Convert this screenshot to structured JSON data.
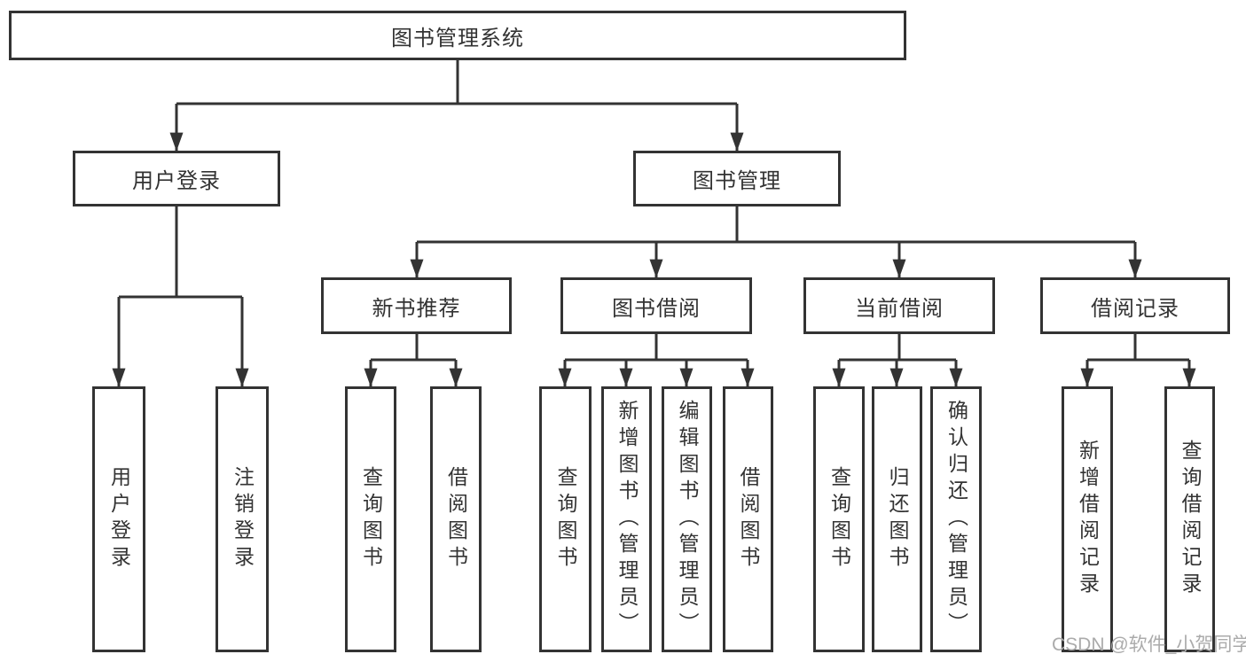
{
  "tree": {
    "root": "图书管理系统",
    "branches": [
      {
        "label": "用户登录",
        "children": [
          {
            "label": "用户登录"
          },
          {
            "label": "注销登录"
          }
        ]
      },
      {
        "label": "图书管理",
        "children": [
          {
            "label": "新书推荐",
            "children": [
              {
                "label": "查询图书"
              },
              {
                "label": "借阅图书"
              }
            ]
          },
          {
            "label": "图书借阅",
            "children": [
              {
                "label": "查询图书"
              },
              {
                "label": "新增图书（管理员）"
              },
              {
                "label": "编辑图书（管理员）"
              },
              {
                "label": "借阅图书"
              }
            ]
          },
          {
            "label": "当前借阅",
            "children": [
              {
                "label": "查询图书"
              },
              {
                "label": "归还图书"
              },
              {
                "label": "确认归还（管理员）"
              }
            ]
          },
          {
            "label": "借阅记录",
            "children": [
              {
                "label": "新增借阅记录"
              },
              {
                "label": "查询借阅记录"
              }
            ]
          }
        ]
      }
    ]
  },
  "watermark": "CSDN @软件_小贺同学",
  "colors": {
    "line": "#333333",
    "text": "#333333",
    "background": "#ffffff",
    "watermark": "#ababab"
  }
}
